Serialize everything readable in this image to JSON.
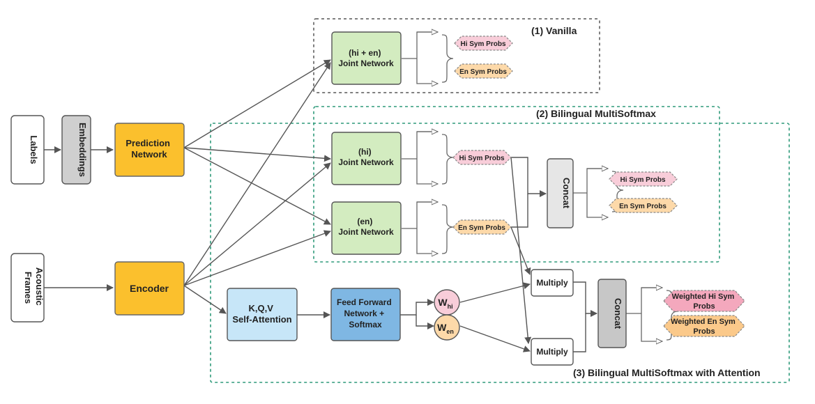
{
  "regions": {
    "vanilla": "(1) Vanilla",
    "bilingual": "(2)  Bilingual MultiSoftmax",
    "attention": "(3) Bilingual MultiSoftmax with Attention"
  },
  "nodes": {
    "labels": "Labels",
    "embeddings": "Embeddings",
    "acoustic": [
      "Acoustic",
      "Frames"
    ],
    "prediction": [
      "Prediction",
      "Network"
    ],
    "encoder": "Encoder",
    "joint_vanilla": [
      "(hi + en)",
      "Joint Network"
    ],
    "joint_hi": [
      "(hi)",
      "Joint Network"
    ],
    "joint_en": [
      "(en)",
      "Joint Network"
    ],
    "self_attention": [
      "K,Q,V",
      "Self-Attention"
    ],
    "feed_forward": [
      "Feed Forward",
      "Network +",
      "Softmax"
    ],
    "w_hi": {
      "base": "W",
      "sub": "hi"
    },
    "w_en": {
      "base": "W",
      "sub": "en"
    },
    "multiply_top": "Multiply",
    "multiply_bottom": "Multiply",
    "concat_mid": "Concat",
    "concat_bottom": "Concat"
  },
  "outputs": {
    "vanilla_hi": "Hi Sym Probs",
    "vanilla_en": "En Sym Probs",
    "joint_hi": "Hi Sym Probs",
    "joint_en": "En Sym Probs",
    "concat_hi": "Hi Sym Probs",
    "concat_en": "En Sym Probs",
    "weighted_hi": [
      "Weighted Hi Sym",
      "Probs"
    ],
    "weighted_en": [
      "Weighted En Sym",
      "Probs"
    ]
  },
  "colors": {
    "white": "#ffffff",
    "gray": "#cfcfcf",
    "orange": "#fbc02d",
    "green": "#d3ecc0",
    "lightblue": "#c7e6f8",
    "blue": "#7fb7e3",
    "pink": "#f8cdd9",
    "peach": "#fdd9a9",
    "pink_dark": "#f4a8bd",
    "peach_dark": "#fbc98a",
    "concat": "#e6e6e6",
    "region_gray": "#555555",
    "region_teal": "#2e9a7a"
  }
}
